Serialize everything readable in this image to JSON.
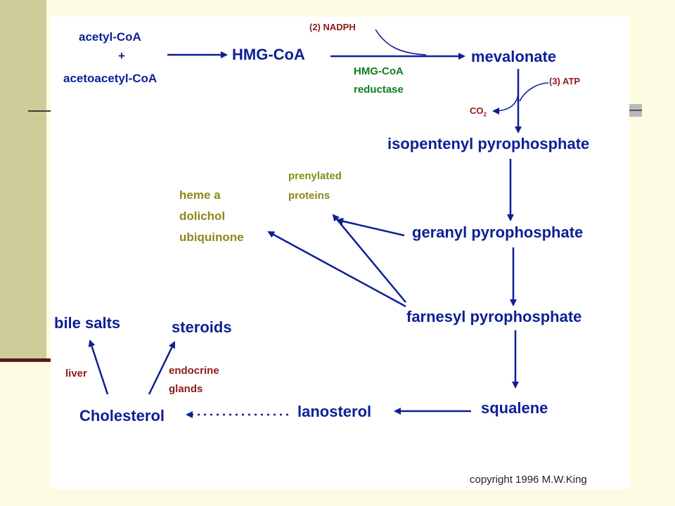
{
  "nodes": {
    "acetyl_coa": "acetyl-CoA",
    "plus": "+",
    "acetoacetyl_coa": "acetoacetyl-CoA",
    "hmg_coa": "HMG-CoA",
    "mevalonate": "mevalonate",
    "isopentenyl": "isopentenyl pyrophosphate",
    "geranyl": "geranyl pyrophosphate",
    "farnesyl": "farnesyl pyrophosphate",
    "squalene": "squalene",
    "lanosterol": "lanosterol",
    "cholesterol": "Cholesterol",
    "bile_salts": "bile salts",
    "steroids": "steroids"
  },
  "side_products": {
    "heme_a": "heme a",
    "dolichol": "dolichol",
    "ubiquinone": "ubiquinone",
    "prenylated": "prenylated",
    "proteins": "proteins"
  },
  "labels": {
    "nadph": "(2) NADPH",
    "enzyme_line1": "HMG-CoA",
    "enzyme_line2": "reductase",
    "atp": "(3) ATP",
    "co2": "CO",
    "co2_sub": "2",
    "liver": "liver",
    "endocrine": "endocrine",
    "glands": "glands"
  },
  "copyright": "copyright 1996 M.W.King",
  "colors": {
    "main": "#0d1f95",
    "side": "#8a8a1a",
    "enzyme": "#0f7d1b",
    "cofactor": "#8e1a1a"
  }
}
